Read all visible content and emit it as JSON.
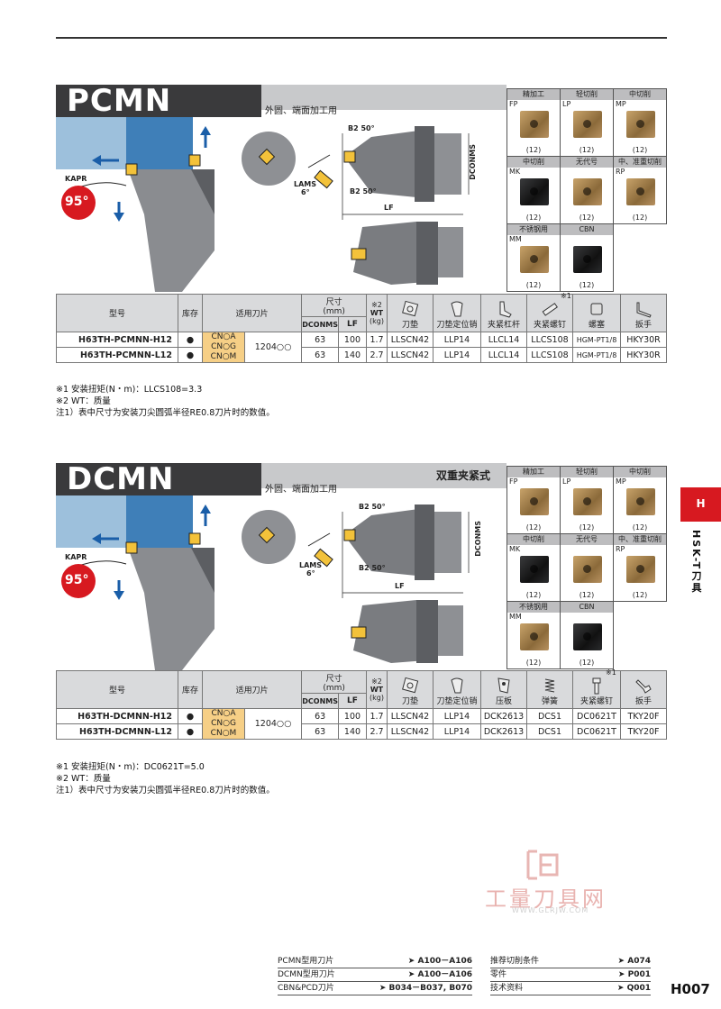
{
  "page_number": "H007",
  "side_tab": {
    "letter": "H",
    "label": "HSK-T刀具"
  },
  "sections": [
    {
      "title": "PCMN",
      "subtitle": "外圆、端面加工用",
      "extra_title": "",
      "diagram": {
        "kapr_label": "KAPR",
        "kapr_value": "95°",
        "b2_top": "B2 50°",
        "b2_bottom": "B2 50°",
        "lams_label": "LAMS",
        "lams_value": "6°",
        "lf": "LF",
        "dconms": "DCONMS"
      },
      "inserts": [
        {
          "head": "精加工",
          "code": "FP",
          "qty": "(12)",
          "color": "gold"
        },
        {
          "head": "轻切削",
          "code": "LP",
          "qty": "(12)",
          "color": "gold"
        },
        {
          "head": "中切削",
          "code": "MP",
          "qty": "(12)",
          "color": "gold"
        },
        {
          "head": "中切削",
          "code": "MK",
          "qty": "(12)",
          "color": "dark"
        },
        {
          "head": "无代号",
          "code": "",
          "qty": "(12)",
          "color": "gold"
        },
        {
          "head": "中、准重切削",
          "code": "RP",
          "qty": "(12)",
          "color": "gold"
        },
        {
          "head": "不锈钢用",
          "code": "MM",
          "qty": "(12)",
          "color": "gold"
        },
        {
          "head": "CBN",
          "code": "",
          "qty": "(12)",
          "color": "dark"
        }
      ],
      "table": {
        "h_model": "型号",
        "h_stock": "库存",
        "h_insert": "适用刀片",
        "h_dim": "尺寸",
        "h_dim_unit": "(mm)",
        "h_wt_note": "※2",
        "h_wt": "WT",
        "h_wt_unit": "(kg)",
        "h_dconms": "DCONMS",
        "h_lf": "LF",
        "parts": [
          "刀垫",
          "刀垫定位销",
          "夹紧杠杆",
          "夹紧螺钉",
          "螺塞",
          "扳手"
        ],
        "parts_note": "※1",
        "grades": [
          "CN○A",
          "CN○G",
          "CN○M"
        ],
        "insert_code": "1204○○",
        "rows": [
          {
            "model": "H63TH-PCMNN-H12",
            "stock": "●",
            "dconms": "63",
            "lf": "100",
            "wt": "1.7",
            "parts": [
              "LLSCN42",
              "LLP14",
              "LLCL14",
              "LLCS108",
              "HGM-PT1/8",
              "HKY30R"
            ]
          },
          {
            "model": "H63TH-PCMNN-L12",
            "stock": "●",
            "dconms": "63",
            "lf": "140",
            "wt": "2.7",
            "parts": [
              "LLSCN42",
              "LLP14",
              "LLCL14",
              "LLCS108",
              "HGM-PT1/8",
              "HKY30R"
            ]
          }
        ]
      },
      "notes": [
        "※1 安装扭矩(N・m)：LLCS108=3.3",
        "※2 WT：质量",
        "注1）表中尺寸为安装刀尖圆弧半径RE0.8刀片时的数值。"
      ]
    },
    {
      "title": "DCMN",
      "subtitle": "外圆、端面加工用",
      "extra_title": "双重夹紧式",
      "diagram": {
        "kapr_label": "KAPR",
        "kapr_value": "95°",
        "b2_top": "B2 50°",
        "b2_bottom": "B2 50°",
        "lams_label": "LAMS",
        "lams_value": "6°",
        "lf": "LF",
        "dconms": "DCONMS"
      },
      "inserts": [
        {
          "head": "精加工",
          "code": "FP",
          "qty": "(12)",
          "color": "gold"
        },
        {
          "head": "轻切削",
          "code": "LP",
          "qty": "(12)",
          "color": "gold"
        },
        {
          "head": "中切削",
          "code": "MP",
          "qty": "(12)",
          "color": "gold"
        },
        {
          "head": "中切削",
          "code": "MK",
          "qty": "(12)",
          "color": "dark"
        },
        {
          "head": "无代号",
          "code": "",
          "qty": "(12)",
          "color": "gold"
        },
        {
          "head": "中、准重切削",
          "code": "RP",
          "qty": "(12)",
          "color": "gold"
        },
        {
          "head": "不锈钢用",
          "code": "MM",
          "qty": "(12)",
          "color": "gold"
        },
        {
          "head": "CBN",
          "code": "",
          "qty": "(12)",
          "color": "dark"
        }
      ],
      "table": {
        "h_model": "型号",
        "h_stock": "库存",
        "h_insert": "适用刀片",
        "h_dim": "尺寸",
        "h_dim_unit": "(mm)",
        "h_wt_note": "※2",
        "h_wt": "WT",
        "h_wt_unit": "(kg)",
        "h_dconms": "DCONMS",
        "h_lf": "LF",
        "parts": [
          "刀垫",
          "刀垫定位销",
          "压板",
          "弹簧",
          "夹紧螺钉",
          "扳手"
        ],
        "parts_note": "※1",
        "grades": [
          "CN○A",
          "CN○G",
          "CN○M"
        ],
        "insert_code": "1204○○",
        "rows": [
          {
            "model": "H63TH-DCMNN-H12",
            "stock": "●",
            "dconms": "63",
            "lf": "100",
            "wt": "1.7",
            "parts": [
              "LLSCN42",
              "LLP14",
              "DCK2613",
              "DCS1",
              "DC0621T",
              "TKY20F"
            ]
          },
          {
            "model": "H63TH-DCMNN-L12",
            "stock": "●",
            "dconms": "63",
            "lf": "140",
            "wt": "2.7",
            "parts": [
              "LLSCN42",
              "LLP14",
              "DCK2613",
              "DCS1",
              "DC0621T",
              "TKY20F"
            ]
          }
        ]
      },
      "notes": [
        "※1 安装扭矩(N・m)：DC0621T=5.0",
        "※2 WT：质量",
        "注1）表中尺寸为安装刀尖圆弧半径RE0.8刀片时的数值。"
      ]
    }
  ],
  "watermark": {
    "brand": "工量刀具网",
    "url": "WWW.GLRJW.COM"
  },
  "footer_left": [
    {
      "label": "PCMN型用刀片",
      "ref": "A100－A106"
    },
    {
      "label": "DCMN型用刀片",
      "ref": "A100－A106"
    },
    {
      "label": "CBN&PCD刀片",
      "ref": "B034－B037, B070"
    }
  ],
  "footer_right": [
    {
      "label": "推荐切削条件",
      "ref": "A074"
    },
    {
      "label": "零件",
      "ref": "P001"
    },
    {
      "label": "技术资料",
      "ref": "Q001"
    }
  ]
}
